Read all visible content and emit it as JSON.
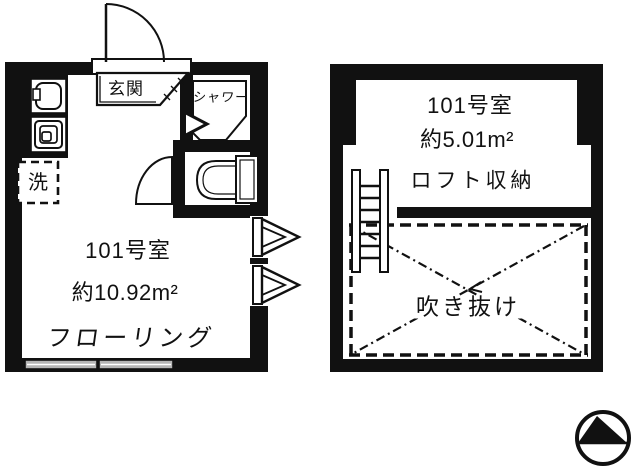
{
  "left_plan": {
    "entrance_label": "玄関",
    "shower_label": "シャワー",
    "washer_label": "洗",
    "room_label": "101号室",
    "area_label": "約10.92m²",
    "floor_label": "フローリング"
  },
  "right_plan": {
    "room_label": "101号室",
    "area_label": "約5.01m²",
    "loft_label": "ロフト収納",
    "void_label": "吹き抜け"
  },
  "icons": {
    "entrance_door": "quarter-arc-door-icon",
    "toilet_door": "quarter-arc-door-icon",
    "sink": "sink-icon",
    "stove": "stove-icon",
    "washer_space": "dashed-box-washer-icon",
    "shower_pan": "shower-pan-icon",
    "shower_door": "chevron-opening-icon",
    "toilet": "toilet-icon",
    "window": "sliding-window-icon",
    "wall_vent": "triangle-vent-icon",
    "ladder": "loft-ladder-icon",
    "void_area": "dashed-cross-void-icon",
    "compass": "north-compass-icon"
  },
  "colors": {
    "ink": "#111111",
    "background": "#ffffff",
    "window_fill": "#b5b5b5"
  }
}
